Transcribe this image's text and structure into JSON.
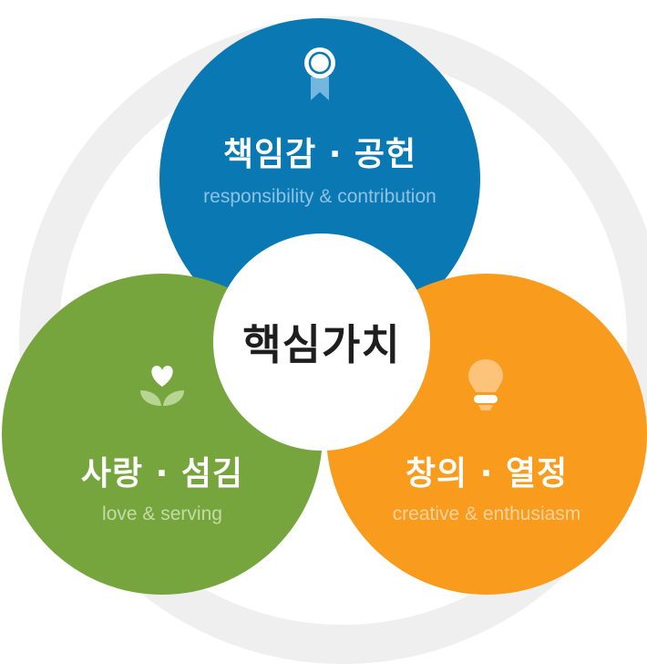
{
  "center": {
    "title": "핵심가치"
  },
  "values": [
    {
      "key": "responsibility",
      "title": "책임감 · 공헌",
      "subtitle": "responsibility & contribution",
      "icon": "award-ribbon-icon",
      "color": "#0a79b3"
    },
    {
      "key": "love",
      "title": "사랑 · 섬김",
      "subtitle": "love & serving",
      "icon": "heart-sprout-icon",
      "color": "#76a53d"
    },
    {
      "key": "creativity",
      "title": "창의 · 열정",
      "subtitle": "creative & enthusiasm",
      "icon": "lightbulb-icon",
      "color": "#f99b1c"
    }
  ],
  "colors": {
    "ring": "#efefef",
    "center_bg": "#ffffff"
  }
}
